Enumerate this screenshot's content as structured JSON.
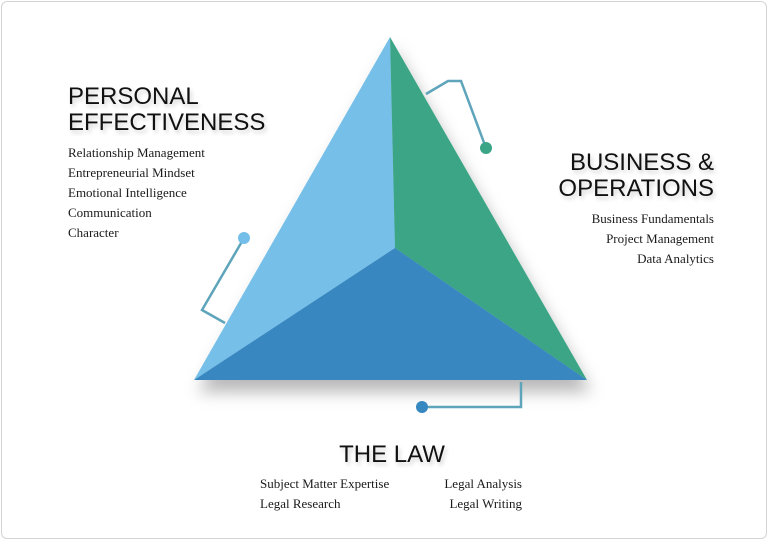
{
  "colors": {
    "light_blue": "#74bfe9",
    "green": "#3aa586",
    "mid_blue": "#3787c1",
    "teal_line": "#5ea4bb"
  },
  "personal_effectiveness": {
    "heading": [
      "PERSONAL",
      "EFFECTIVENESS"
    ],
    "items": [
      "Relationship Management",
      "Entrepreneurial Mindset",
      "Emotional Intelligence",
      "Communication",
      "Character"
    ]
  },
  "business_operations": {
    "heading": [
      "BUSINESS &",
      "OPERATIONS"
    ],
    "items": [
      "Business Fundamentals",
      "Project Management",
      "Data Analytics"
    ]
  },
  "the_law": {
    "heading": "THE LAW",
    "left_items": [
      "Subject Matter Expertise",
      "Legal Research"
    ],
    "right_items": [
      "Legal Analysis",
      "Legal Writing"
    ]
  }
}
